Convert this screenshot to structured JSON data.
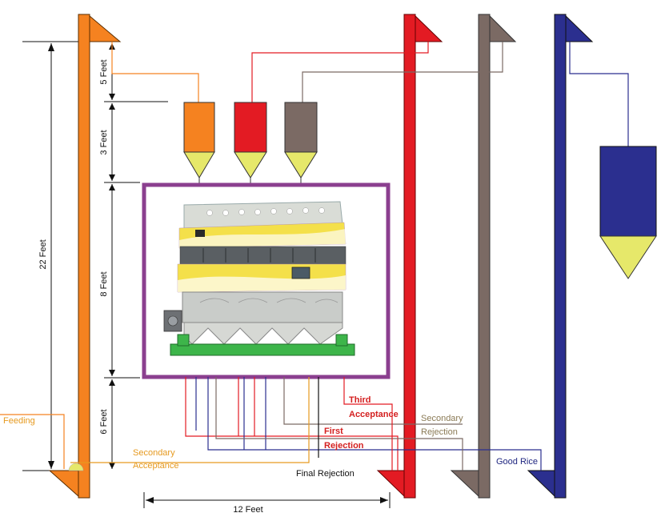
{
  "dimensions": {
    "total_height": "22 Feet",
    "top_gap": "5 Feet",
    "hopper_height": "3 Feet",
    "machine_height": "8 Feet",
    "bottom_gap": "6 Feet",
    "width": "12 Feet"
  },
  "labels": {
    "feeding": "Feeding",
    "secondary_acceptance_1": "Secondary",
    "secondary_acceptance_2": "Acceptance",
    "third_acceptance_1": "Third",
    "third_acceptance_2": "Acceptance",
    "first_rejection_1": "First",
    "first_rejection_2": "Rejection",
    "secondary_rejection_1": "Secondary",
    "secondary_rejection_2": "Rejection",
    "final_rejection": "Final Rejection",
    "good_rice": "Good Rice"
  },
  "colors": {
    "orange": "#f58220",
    "red": "#e31b23",
    "brown": "#7b6a64",
    "blue": "#2b2f8f",
    "purple": "#8b3f8f",
    "cone": "#e6e86a",
    "machine_green": "#3db54a",
    "label_orange": "#e69a20",
    "label_red": "#d42020",
    "label_brown": "#8a7a55",
    "label_blue": "#1f2680"
  }
}
